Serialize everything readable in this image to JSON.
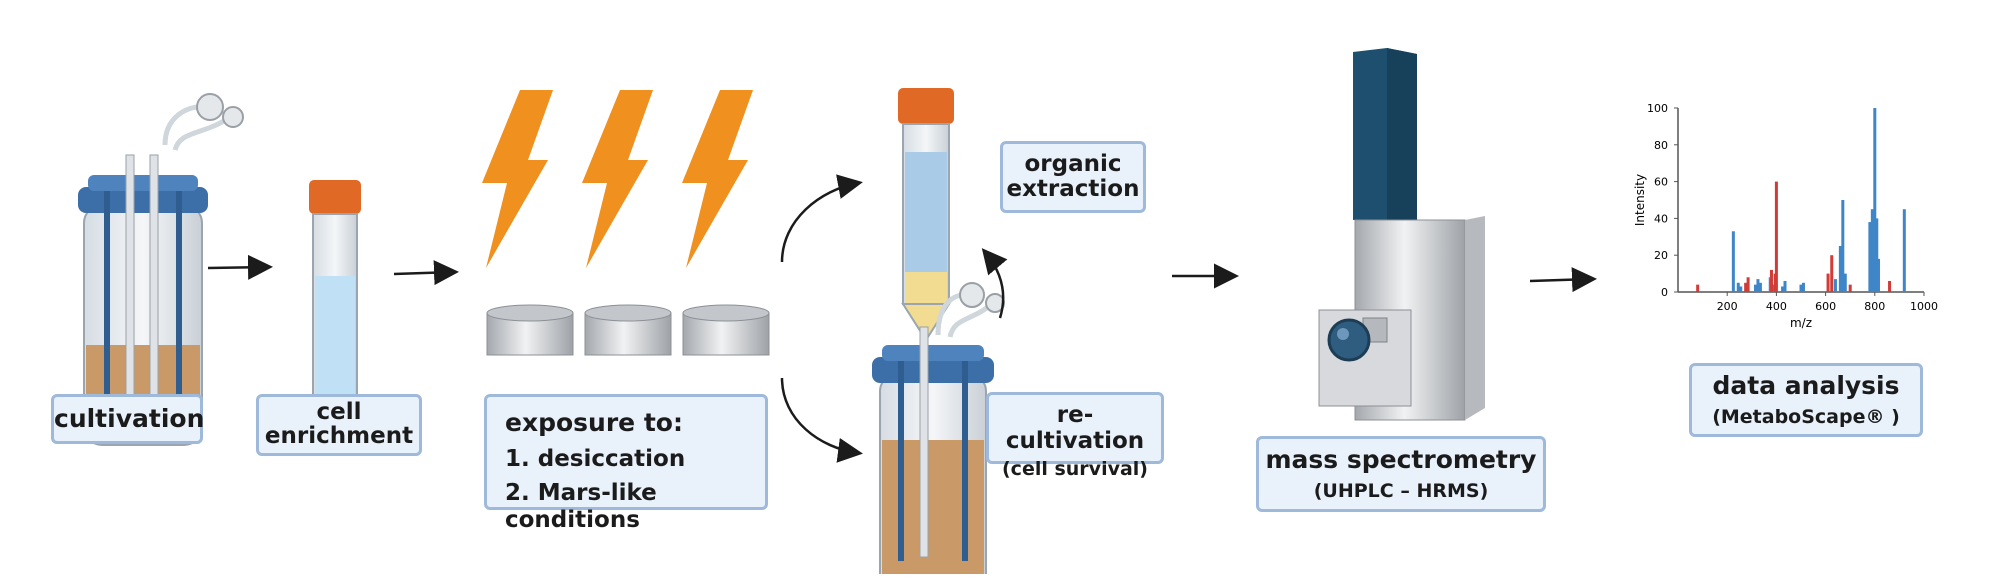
{
  "steps": {
    "cultivation": "cultivation",
    "enrichment": "cell\nenrichment",
    "exposure_title": "exposure to:",
    "exposure_items": [
      "1. desiccation",
      "2. Mars-like conditions"
    ],
    "organic": "organic\nextraction",
    "recultivation": "re-cultivation",
    "recultivation_sub": "(cell survival)",
    "mass_spec": "mass spectrometry",
    "mass_spec_sub": "(UHPLC – HRMS)",
    "data_analysis": "data analysis",
    "data_analysis_sub": "(MetaboScape® )"
  },
  "colors": {
    "label_fill": "#e9f1fb",
    "label_border": "#9fb9da",
    "lightning": "#f0901e",
    "cap_orange": "#e06a25",
    "lid_blue": "#3c6fa8",
    "medium": "#c99a67",
    "instrument_top": "#1f4f6e",
    "bar_blue": "#3f86c8",
    "bar_red": "#d23b36"
  },
  "icons": [
    "bioreactor-icon",
    "falcon-tube-icon",
    "lightning-icon",
    "sample-dish-icon",
    "mass-spectrometer-icon",
    "spectrum-chart-icon"
  ],
  "chart_data": {
    "type": "bar",
    "xlabel": "m/z",
    "ylabel": "Intensity",
    "xlim": [
      0,
      1000
    ],
    "ylim": [
      0,
      100
    ],
    "xticks": [
      200,
      400,
      600,
      800,
      1000
    ],
    "yticks": [
      0,
      20,
      40,
      60,
      80,
      100
    ],
    "series": [
      {
        "values": [
          [
            225,
            33
          ],
          [
            245,
            5
          ],
          [
            255,
            3
          ],
          [
            315,
            4
          ],
          [
            325,
            7
          ],
          [
            335,
            5
          ],
          [
            375,
            8
          ],
          [
            385,
            4
          ],
          [
            425,
            3
          ],
          [
            435,
            6
          ],
          [
            500,
            4
          ],
          [
            510,
            5
          ],
          [
            640,
            7
          ],
          [
            660,
            25
          ],
          [
            670,
            50
          ],
          [
            680,
            10
          ],
          [
            780,
            38
          ],
          [
            790,
            45
          ],
          [
            800,
            100
          ],
          [
            808,
            40
          ],
          [
            815,
            18
          ],
          [
            920,
            45
          ]
        ]
      },
      {
        "values": [
          [
            80,
            4
          ],
          [
            275,
            5
          ],
          [
            285,
            8
          ],
          [
            380,
            12
          ],
          [
            395,
            10
          ],
          [
            400,
            60
          ],
          [
            610,
            10
          ],
          [
            625,
            20
          ],
          [
            700,
            4
          ],
          [
            860,
            6
          ]
        ]
      }
    ]
  }
}
